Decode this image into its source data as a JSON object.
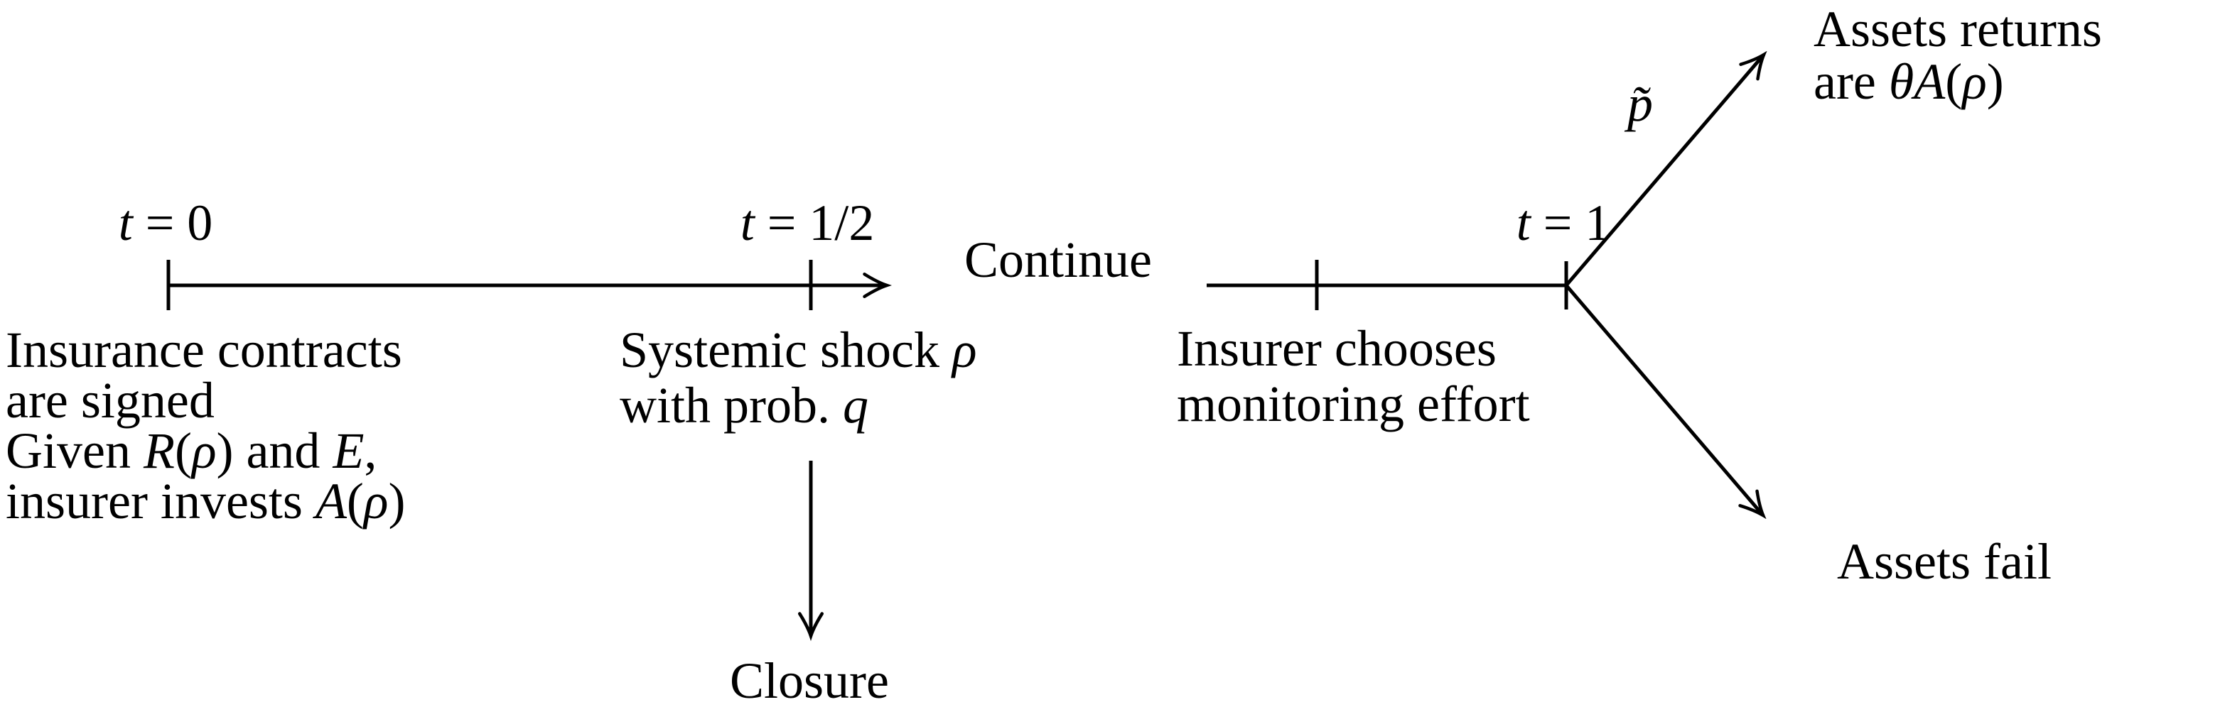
{
  "colors": {
    "background": "#ffffff",
    "ink": "#000000"
  },
  "timeline": {
    "t0_label": [
      {
        "text": "t",
        "italic": true
      },
      {
        "text": " = 0"
      }
    ],
    "t_half_label": [
      {
        "text": "t",
        "italic": true
      },
      {
        "text": " = 1/2"
      }
    ],
    "t1_label": [
      {
        "text": "t",
        "italic": true
      },
      {
        "text": " = 1"
      }
    ],
    "continue_label": "Continue",
    "closure_label": "Closure"
  },
  "annotations": {
    "t0_note_lines": [
      [
        {
          "text": "Insurance contracts"
        }
      ],
      [
        {
          "text": "are signed"
        }
      ],
      [
        {
          "text": "Given "
        },
        {
          "text": "R",
          "italic": true
        },
        {
          "text": "("
        },
        {
          "text": "ρ",
          "italic": true
        },
        {
          "text": ") and "
        },
        {
          "text": "E",
          "italic": true
        },
        {
          "text": ","
        }
      ],
      [
        {
          "text": "insurer invests "
        },
        {
          "text": "A",
          "italic": true
        },
        {
          "text": "("
        },
        {
          "text": "ρ",
          "italic": true
        },
        {
          "text": ")"
        }
      ]
    ],
    "shock_note_lines": [
      [
        {
          "text": "Systemic shock "
        },
        {
          "text": "ρ",
          "italic": true
        }
      ],
      [
        {
          "text": "with prob. "
        },
        {
          "text": "q",
          "italic": true
        }
      ]
    ],
    "monitoring_note_lines": [
      [
        {
          "text": "Insurer chooses"
        }
      ],
      [
        {
          "text": "monitoring effort"
        }
      ]
    ],
    "returns_note_lines": [
      [
        {
          "text": "Assets returns"
        }
      ],
      [
        {
          "text": "are "
        },
        {
          "text": "θ",
          "italic": true
        },
        {
          "text": "A",
          "italic": true
        },
        {
          "text": "("
        },
        {
          "text": "ρ",
          "italic": true
        },
        {
          "text": ")"
        }
      ]
    ],
    "success_prob_label": [
      {
        "text": "p̃",
        "italic": true
      }
    ],
    "fail_label": "Assets fail"
  }
}
